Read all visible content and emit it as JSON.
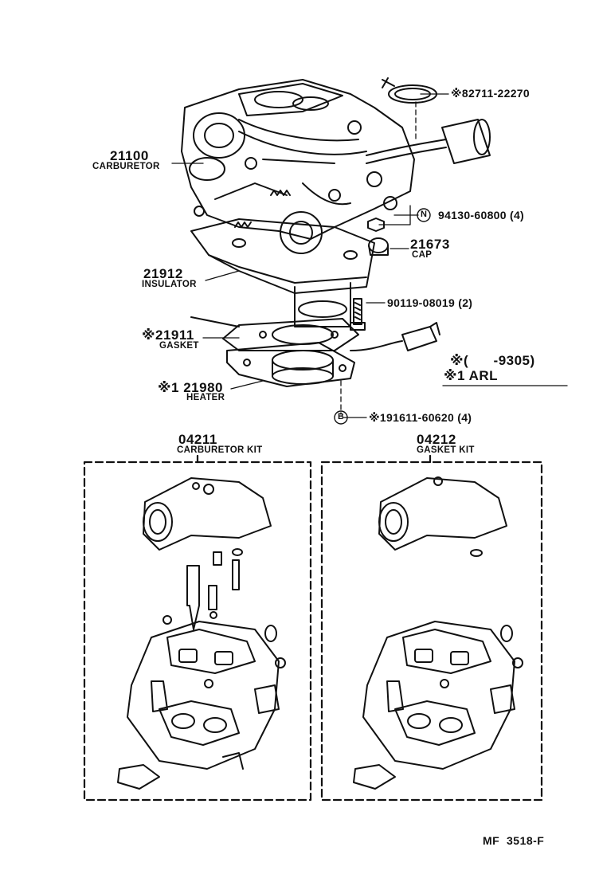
{
  "parts": {
    "clamp": {
      "number": "※82711-22270"
    },
    "carburetor": {
      "number": "21100",
      "name": "CARBURETOR"
    },
    "nut": {
      "badge": "N",
      "number": "94130-60800 (4)"
    },
    "cap": {
      "number": "21673",
      "name": "CAP"
    },
    "insulator": {
      "number": "21912",
      "name": "INSULATOR"
    },
    "bolt": {
      "number": "90119-08019 (2)"
    },
    "gasket": {
      "number": "※21911",
      "name": "GASKET"
    },
    "heater": {
      "number": "※1 21980",
      "name": "HEATER"
    },
    "bolt_b": {
      "badge": "B",
      "number": "※191611-60620 (4)"
    }
  },
  "note": {
    "line1": "※(      -9305)",
    "line2": "※1 ARL"
  },
  "kits": {
    "carburetor_kit": {
      "number": "04211",
      "name": "CARBURETOR KIT"
    },
    "gasket_kit": {
      "number": "04212",
      "name": "GASKET KIT"
    }
  },
  "footer": {
    "code": "MF  3518-F"
  }
}
